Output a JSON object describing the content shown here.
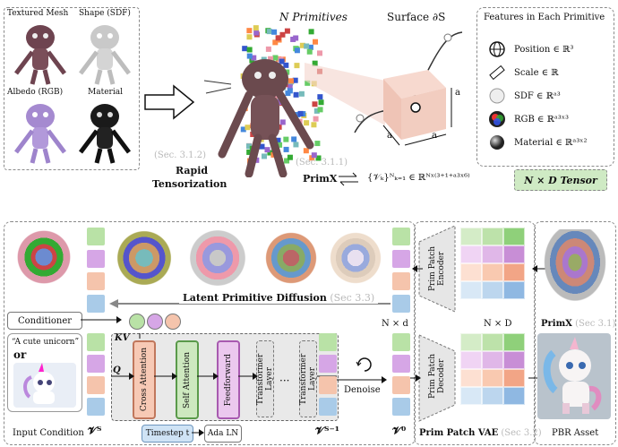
{
  "top": {
    "mesh_labels": {
      "textured": "Textured Mesh",
      "shape": "Shape (SDF)",
      "albedo": "Albedo (RGB)",
      "material": "Material"
    },
    "n_primitives": "N Primitives",
    "surface": "Surface ∂S",
    "tensorization": {
      "sec": "(Sec. 3.1.2)",
      "title1": "Rapid",
      "title2": "Tensorization"
    },
    "sec_311": "(Sec. 3.1.1)",
    "primx": "PrimX",
    "formula": "{𝒱ₖ}ᴺₖ₌₁ ∈ ℝᴺˣ⁽³⁺¹⁺ᵃ³ˣ⁶⁾",
    "tensor_label": "N × D Tensor",
    "cube_a": "a",
    "features": {
      "title": "Features in Each Primitive",
      "items": [
        {
          "icon": "globe-icon",
          "text": "Position ∈ ℝ³"
        },
        {
          "icon": "ruler-icon",
          "text": "Scale ∈ ℝ"
        },
        {
          "icon": "sphere-sdf-icon",
          "text": "SDF ∈ ℝᵃ³"
        },
        {
          "icon": "rgb-circles-icon",
          "text": "RGB ∈ ℝᵃ³ˣ³"
        },
        {
          "icon": "material-sphere-icon",
          "text": "Material ∈ ℝᵃ³ˣ²"
        }
      ]
    }
  },
  "bottom": {
    "latent_diffusion": "Latent Primitive Diffusion",
    "sec_33": "(Sec 3.3)",
    "conditioner": "Conditioner",
    "prompt": "“A cute unicorn”",
    "or": "or",
    "kv": "KV",
    "q": "Q",
    "cross_attention": "Cross Attention",
    "self_attention": "Self Attention",
    "feedforward": "Feedforward",
    "transformer_layer": "Transformer Layer",
    "ellipsis": "···",
    "timestep": "Timestep t",
    "adaln": "Ada LN",
    "input_condition": "Input Condition",
    "v_t": "𝓥ᵀ",
    "v_t1": "𝓥ᵀ⁻¹",
    "v_0": "𝓥⁰",
    "denoise": "Denoise",
    "n_by_d_small": "N × d",
    "n_by_d": "N × D",
    "encoder": "Prim Patch Encoder",
    "decoder": "Prim Patch Decoder",
    "vae": "Prim Patch VAE",
    "sec_32": "(Sec 3.2)",
    "primx": "PrimX",
    "sec_31": "(Sec 3.1)",
    "pbr": "PBR Asset"
  },
  "colors": {
    "green": "#b9e2a6",
    "green_dark": "#7dc26a",
    "purple": "#d6a6e6",
    "orange": "#f5c4ac",
    "blue": "#a9cbe8",
    "tensor_bg": "#cfeac4"
  }
}
